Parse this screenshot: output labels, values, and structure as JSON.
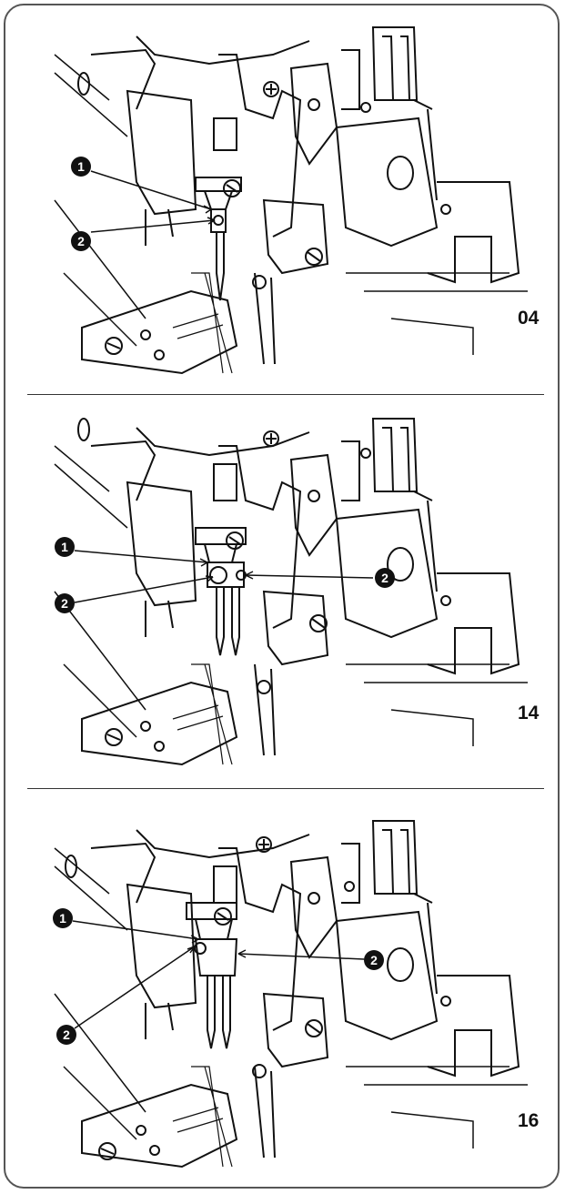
{
  "panels": [
    {
      "model": "04",
      "callouts": [
        "1",
        "2"
      ]
    },
    {
      "model": "14",
      "callouts": [
        "1",
        "2",
        "2"
      ]
    },
    {
      "model": "16",
      "callouts": [
        "1",
        "2",
        "2"
      ]
    }
  ],
  "colors": {
    "line": "#111111",
    "frame": "#555555",
    "background": "#ffffff"
  }
}
